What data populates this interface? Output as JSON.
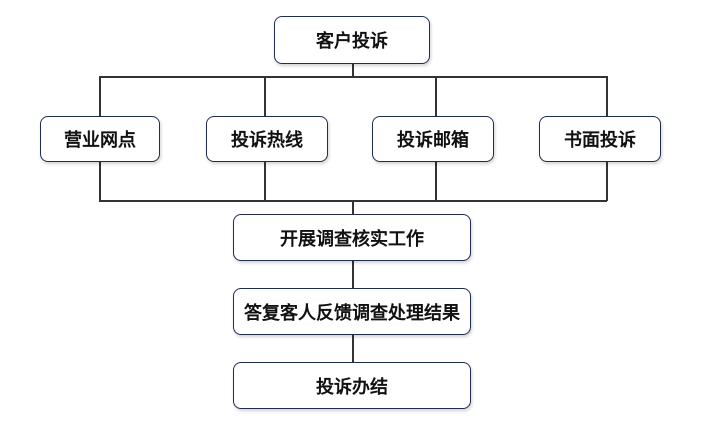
{
  "root": {
    "label": "客户投诉"
  },
  "channels": [
    {
      "label": "营业网点"
    },
    {
      "label": "投诉热线"
    },
    {
      "label": "投诉邮箱"
    },
    {
      "label": "书面投诉"
    }
  ],
  "steps": [
    {
      "label": "开展调查核实工作"
    },
    {
      "label": "答复客人反馈调查处理结果"
    },
    {
      "label": "投诉办结"
    }
  ],
  "colors": {
    "box_border": "#1f2d4f",
    "connector": "#333333",
    "text": "#111111"
  }
}
